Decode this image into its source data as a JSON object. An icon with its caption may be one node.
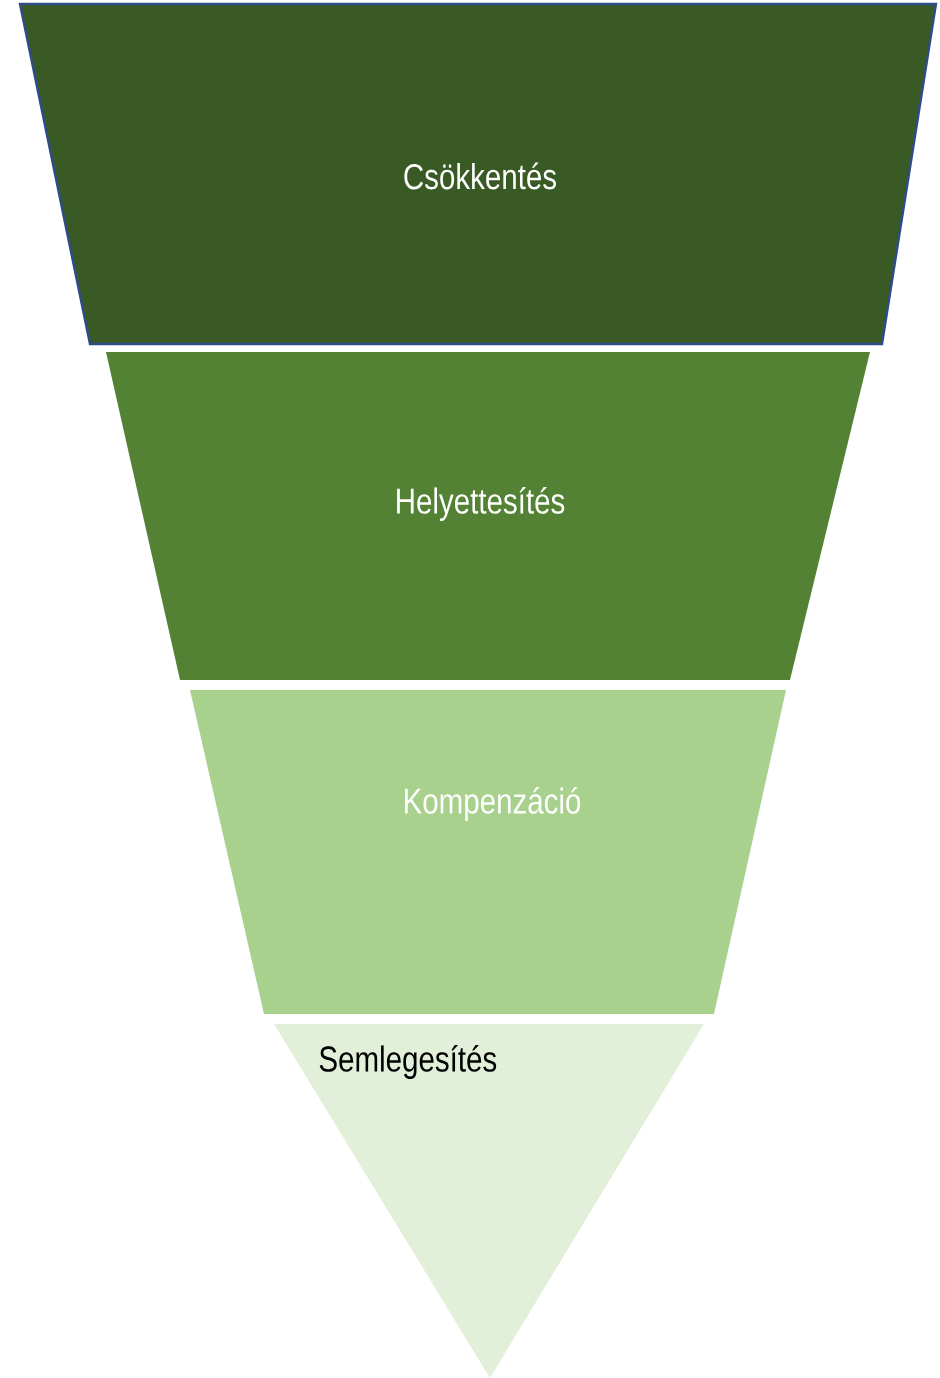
{
  "diagram": {
    "nodes": [
      {
        "text": [
          "Csökkentés"
        ]
      },
      {
        "text": [
          "Helyettesítés"
        ]
      },
      {
        "text": [
          "Kompenzáció"
        ]
      },
      {
        "text": [
          "Semlegesítés"
        ]
      }
    ]
  }
}
